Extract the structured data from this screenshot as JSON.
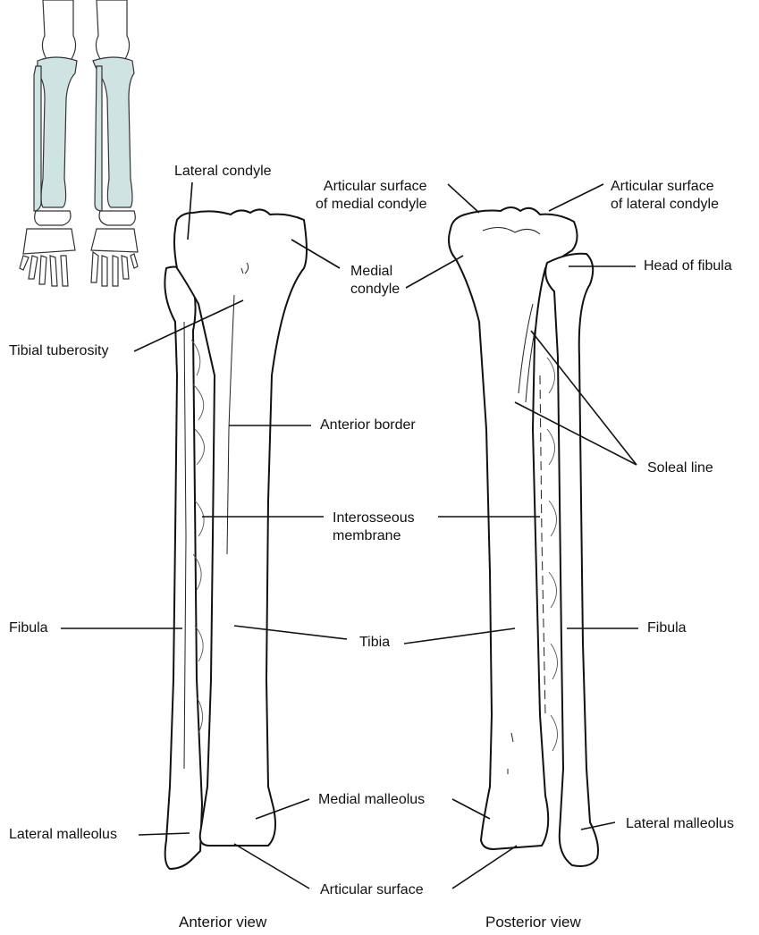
{
  "labels": {
    "lateral_condyle": "Lateral condyle",
    "tibial_tuberosity": "Tibial tuberosity",
    "medial_condyle": "Medial\ncondyle",
    "articular_surface_medial_condyle": "Articular surface\nof medial condyle",
    "articular_surface_lateral_condyle": "Articular surface\nof lateral condyle",
    "head_of_fibula": "Head of fibula",
    "anterior_border": "Anterior border",
    "soleal_line": "Soleal line",
    "interosseous_membrane": "Interosseous\nmembrane",
    "fibula_left": "Fibula",
    "fibula_right": "Fibula",
    "tibia": "Tibia",
    "medial_malleolus": "Medial malleolus",
    "lateral_malleolus_left": "Lateral malleolus",
    "lateral_malleolus_right": "Lateral malleolus",
    "articular_surface": "Articular surface"
  },
  "captions": {
    "anterior": "Anterior view",
    "posterior": "Posterior view"
  },
  "colors": {
    "highlight": "#cfe3e3",
    "line": "#111111"
  }
}
